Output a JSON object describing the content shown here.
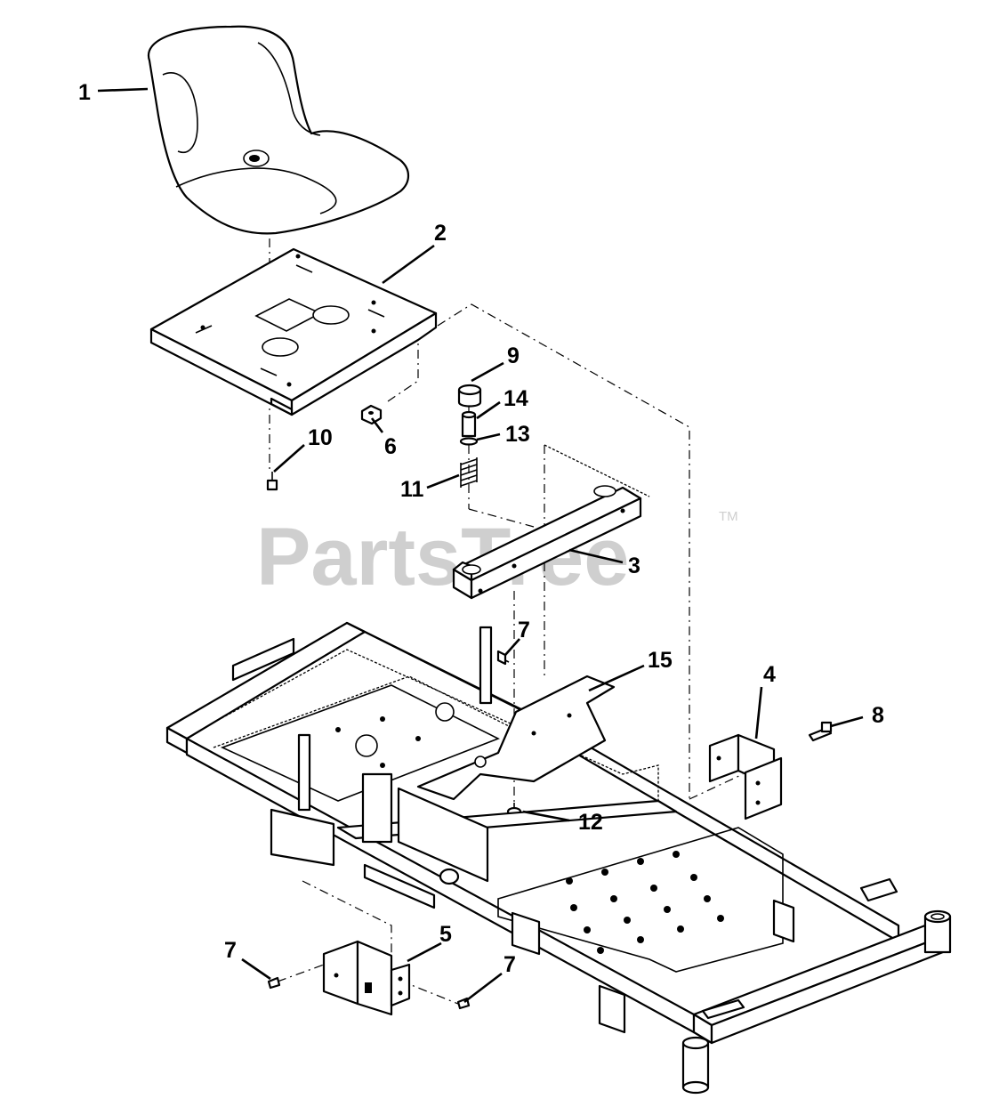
{
  "watermark": {
    "text": "PartsTree",
    "trademark": "TM"
  },
  "callouts": {
    "seat": "1",
    "seat_pan": "2",
    "seat_bracket": "3",
    "hinge_bracket": "4",
    "rear_bracket": "5",
    "nut": "6",
    "bolt_center": "7",
    "bolt_left": "7",
    "bolt_right": "7",
    "bolt_hinge": "8",
    "bumper": "9",
    "bolt_pan": "10",
    "spring": "11",
    "bolt_frame": "12",
    "washer": "13",
    "spacer": "14",
    "plate": "15"
  }
}
